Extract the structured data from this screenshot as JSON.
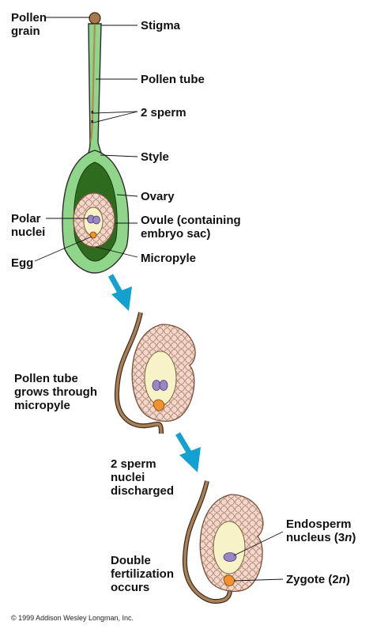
{
  "labels": {
    "pollen_grain": [
      "Pollen",
      "grain"
    ],
    "stigma": "Stigma",
    "pollen_tube": "Pollen tube",
    "two_sperm": "2 sperm",
    "style": "Style",
    "ovary": "Ovary",
    "polar_nuclei": [
      "Polar",
      "nuclei"
    ],
    "ovule": [
      "Ovule (containing",
      "embryo sac)"
    ],
    "egg": "Egg",
    "micropyle": "Micropyle",
    "pollen_tube_grows": [
      "Pollen tube",
      "grows through",
      "micropyle"
    ],
    "sperm_discharged": [
      "2 sperm",
      "nuclei",
      "discharged"
    ],
    "endosperm": [
      "Endosperm",
      "nucleus (3",
      "n",
      ")"
    ],
    "double_fert": [
      "Double",
      "fertilization",
      "occurs"
    ],
    "zygote": [
      "Zygote (2",
      "n",
      ")"
    ]
  },
  "copyright": "© 1999 Addison Wesley Longman, Inc.",
  "colors": {
    "style_green": "#8fd68a",
    "ovary_dark": "#2e6b1e",
    "ovule_pink": "#f3c5b3",
    "sac_cream": "#f8f2c8",
    "nuclei_purple": "#9a86c4",
    "egg_orange": "#f0922e",
    "arrow_blue": "#13a1cf",
    "tube_brown": "#8a6a45"
  }
}
